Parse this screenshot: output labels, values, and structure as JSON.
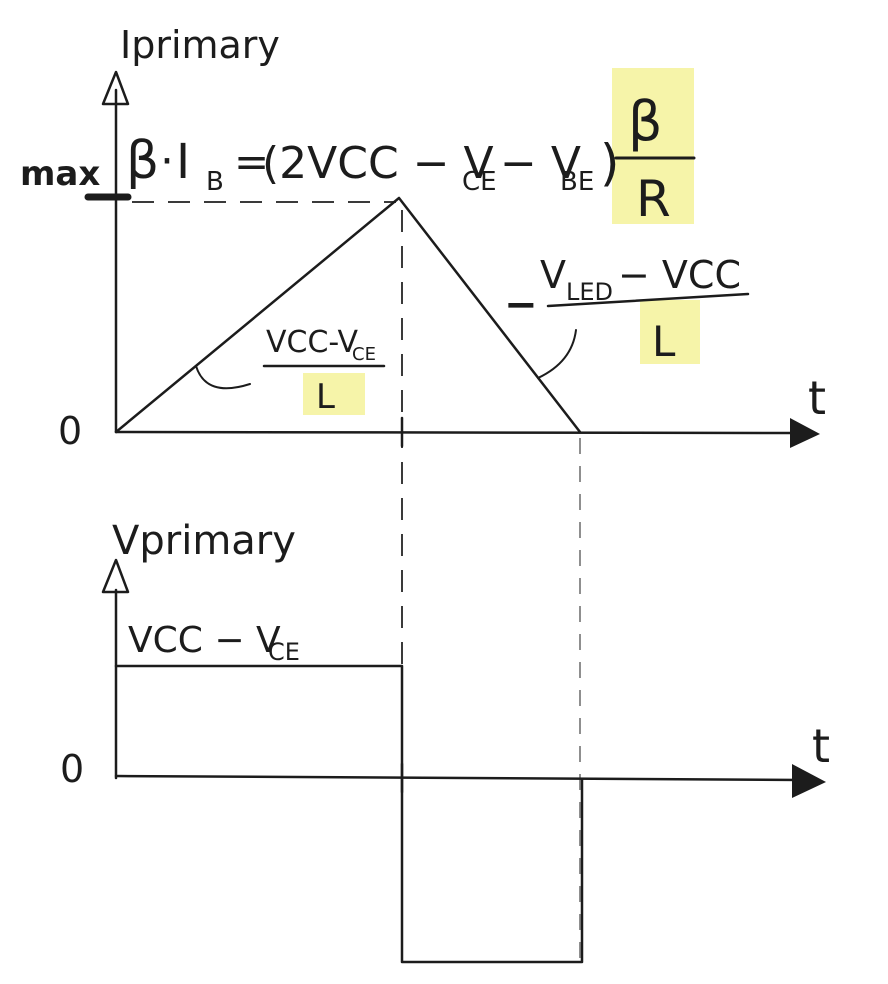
{
  "top_plot": {
    "y_label": "Iprimary",
    "x_label": "t",
    "origin_label": "0",
    "max_label": "max",
    "peak_formula": {
      "lhs_beta": "β",
      "lhs_dot": "·",
      "lhs_I": "I",
      "lhs_sub": "B",
      "equals": "=",
      "paren": "(2VCC − V",
      "ce_sub": "CE",
      "minus": " − V",
      "be_sub": "BE",
      "close": ")",
      "frac_num": "β",
      "frac_den": "R"
    },
    "rise_slope": {
      "numerator": "VCC-V",
      "num_sub": "CE",
      "denominator": "L"
    },
    "fall_slope": {
      "sign": "−",
      "numerator_v": "V",
      "num_sub": "LED",
      "numerator_rest": " − VCC",
      "denominator": "L"
    }
  },
  "bottom_plot": {
    "y_label": "Vprimary",
    "x_label": "t",
    "origin_label": "0",
    "level_label": "VCC − V",
    "level_sub": "CE"
  },
  "colors": {
    "ink": "#1c1c1c",
    "highlight": "#f4f29a",
    "guide": "#8f8f8f"
  }
}
